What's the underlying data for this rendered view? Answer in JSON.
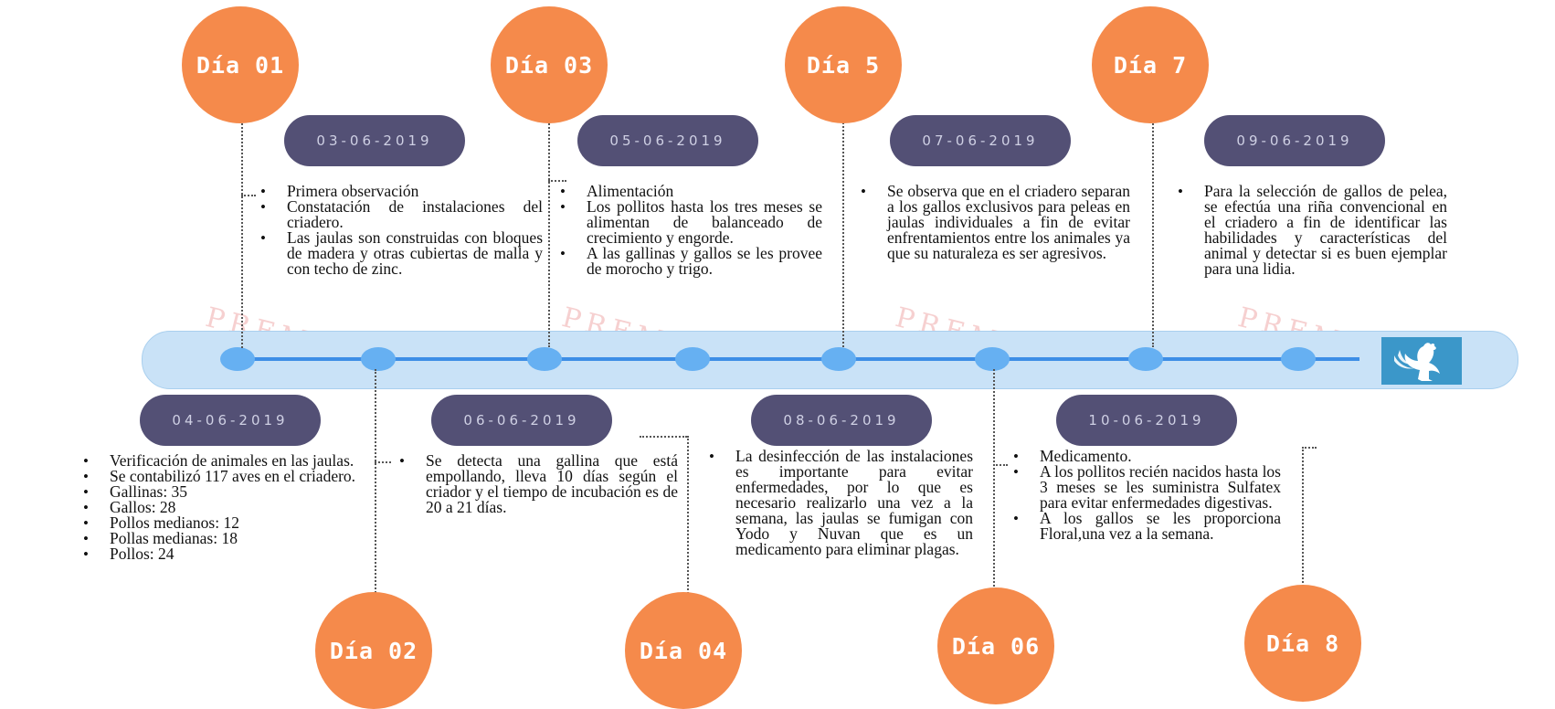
{
  "days": [
    {
      "label": "Día 01",
      "date": "03-06-2019",
      "items": [
        "Primera observación",
        "Constatación de instalaciones del criadero.",
        "Las jaulas son construidas con bloques de madera y otras cubiertas de malla y con techo de zinc."
      ]
    },
    {
      "label": "Día 02",
      "date": "04-06-2019",
      "items": [
        "Verificación de animales en las jaulas.",
        "Se contabilizó 117 aves en el criadero.",
        "Gallinas: 35",
        "Gallos: 28",
        "Pollos medianos: 12",
        "Pollas medianas: 18",
        "Pollos: 24"
      ]
    },
    {
      "label": "Día 03",
      "date": "05-06-2019",
      "items": [
        "Alimentación",
        "Los pollitos hasta los tres meses se alimentan de balanceado de crecimiento y engorde.",
        "A las gallinas y gallos se les provee de morocho y trigo."
      ]
    },
    {
      "label": "Día 04",
      "date": "06-06-2019",
      "items": [
        "Se detecta una gallina que está empollando, lleva 10 días según el criador y el tiempo de incubación es de 20 a 21 días."
      ]
    },
    {
      "label": "Día 5",
      "date": "07-06-2019",
      "items": [
        "Se observa que en el criadero separan a los gallos exclusivos para peleas en jaulas individuales a fin de evitar enfrentamientos entre los animales ya que su naturaleza es ser agresivos."
      ]
    },
    {
      "label": "Día 06",
      "date": "08-06-2019",
      "items": [
        "La desinfección de las instalaciones es importante para evitar enfermedades, por lo que es necesario realizarlo una vez a la semana, las jaulas se fumigan con Yodo y Nuvan que es un medicamento para eliminar plagas."
      ]
    },
    {
      "label": "Día 7",
      "date": "09-06-2019",
      "items": [
        "Para la selección de gallos de pelea, se efectúa una riña convencional en el criadero a fin de identificar las habilidades y características del animal y detectar si es buen ejemplar para una lidia."
      ]
    },
    {
      "label": "Día 8",
      "date": "10-06-2019",
      "items": [
        "Medicamento.",
        "A los pollitos recién nacidos hasta los 3 meses se les suministra Sulfatex para evitar enfermedades digestivas.",
        "A los gallos se les proporciona Floral,una vez a la semana."
      ]
    }
  ],
  "watermark": "PREMIUM",
  "logo_icon": "rooster-icon",
  "colors": {
    "circle": "#f58a4b",
    "pill": "#535075",
    "band": "#c9e2f7",
    "axis": "#3d8ee6",
    "node": "#66b0f2"
  }
}
